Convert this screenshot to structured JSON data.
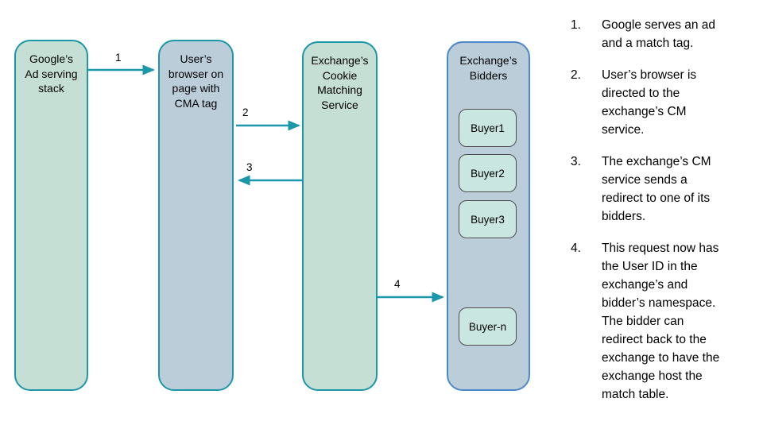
{
  "diagram": {
    "lanes": [
      {
        "label": "Google’s\nAd serving\nstack"
      },
      {
        "label": "User’s\nbrowser on\npage with\nCMA tag"
      },
      {
        "label": "Exchange’s\nCookie\nMatching\nService"
      },
      {
        "label": "Exchange’s\nBidders"
      }
    ],
    "bidders": [
      "Buyer1",
      "Buyer2",
      "Buyer3",
      "Buyer-n"
    ],
    "arrows": [
      {
        "label": "1"
      },
      {
        "label": "2"
      },
      {
        "label": "3"
      },
      {
        "label": "4"
      }
    ]
  },
  "steps": [
    {
      "num": "1.",
      "text": "Google serves an ad\nand a match tag."
    },
    {
      "num": "2.",
      "text": "User’s browser is\ndirected to the\nexchange’s CM\nservice."
    },
    {
      "num": "3.",
      "text": "The exchange’s CM\nservice sends a\nredirect to one of its\nbidders."
    },
    {
      "num": "4.",
      "text": "This request now has\nthe User ID in the\nexchange’s and\nbidder’s namespace.\nThe bidder can\nredirect back to the\nexchange to have the\nexchange host the\nmatch table."
    }
  ],
  "colors": {
    "teal_border": "#1b97a9",
    "green_fill": "#c6dfd5",
    "blue_fill": "#bccdda",
    "blue_border": "#4a87c8",
    "buyer_fill": "#c9e6e0",
    "buyer_border": "#4d4d4d",
    "arrow_color": "#1b97a9",
    "text_color": "#000000"
  }
}
